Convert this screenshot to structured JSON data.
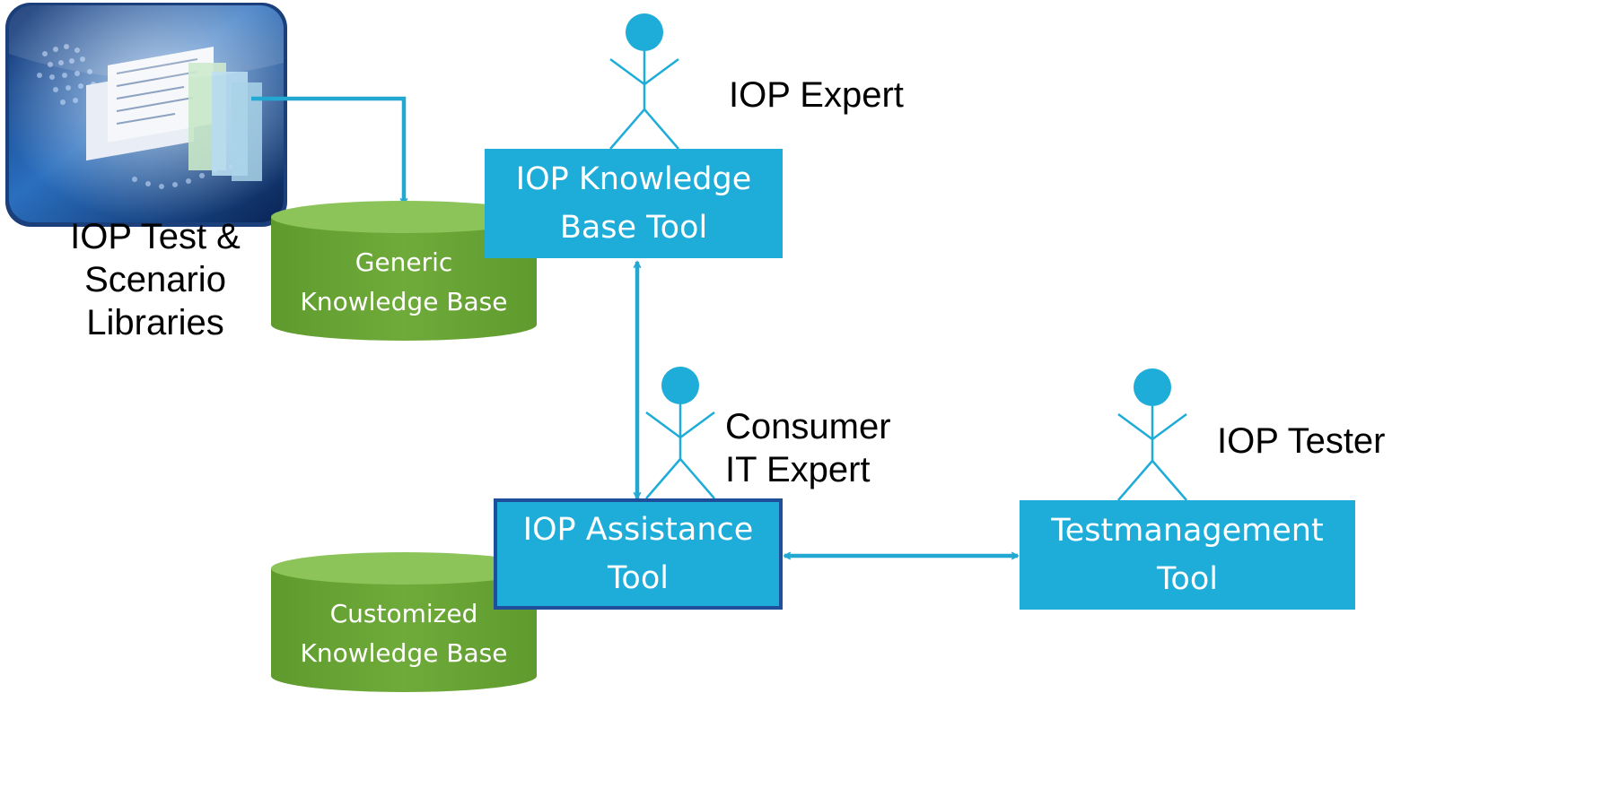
{
  "library": {
    "label_lines": [
      "IOP Test &",
      "Scenario",
      "Libraries"
    ],
    "image": "test-library-thumbnail"
  },
  "generic_kb": {
    "lines": [
      "Generic",
      "Knowledge Base"
    ]
  },
  "customized_kb": {
    "lines": [
      "Customized",
      "Knowledge Base"
    ]
  },
  "knowledge_tool": {
    "lines": [
      "IOP Knowledge",
      "Base Tool"
    ]
  },
  "assistance_tool": {
    "lines": [
      "IOP Assistance",
      "Tool"
    ]
  },
  "testmanagement_tool": {
    "lines": [
      "Testmanagement",
      "Tool"
    ]
  },
  "actors": {
    "iop_expert": {
      "lines": [
        "IOP Expert"
      ]
    },
    "consumer_expert": {
      "lines": [
        "Consumer",
        "IT Expert"
      ]
    },
    "iop_tester": {
      "lines": [
        "IOP Tester"
      ]
    }
  },
  "colors": {
    "tool_box": "#1eacd8",
    "tool_border_selected": "#1f4e9a",
    "database": "#6fab3a",
    "database_top": "#8cc45a",
    "connector": "#23a8d2",
    "actor": "#1eacd8",
    "label_text": "#000000"
  }
}
